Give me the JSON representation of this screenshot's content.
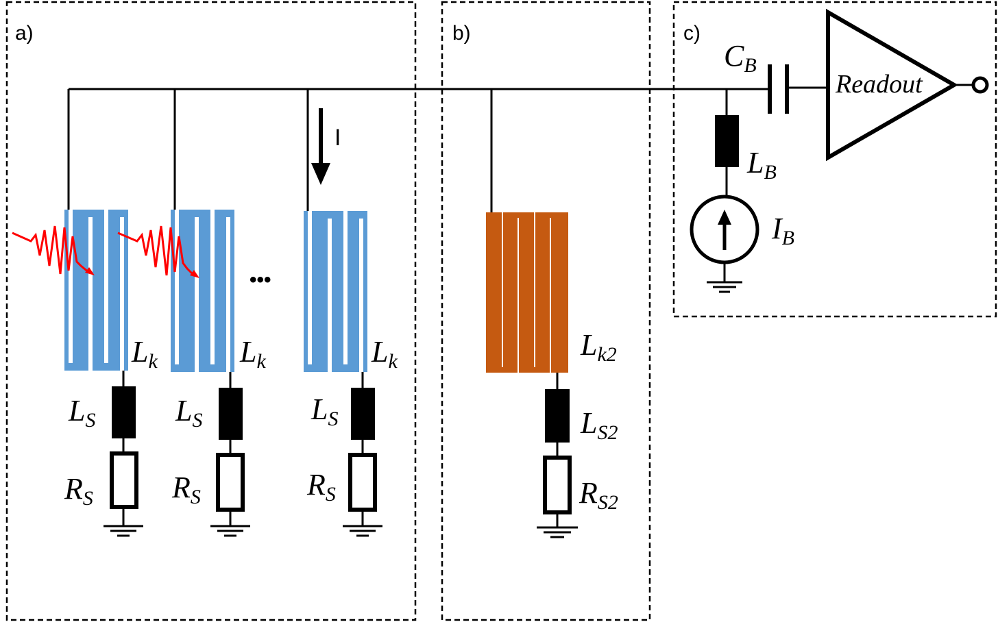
{
  "panels": {
    "a": {
      "label": "a)"
    },
    "b": {
      "label": "b)"
    },
    "c": {
      "label": "c)"
    }
  },
  "symbols": {
    "lk": {
      "main": "L",
      "sub": "k"
    },
    "ls": {
      "main": "L",
      "sub": "S"
    },
    "rs": {
      "main": "R",
      "sub": "S"
    },
    "lk2": {
      "main": "L",
      "sub": "k2"
    },
    "ls2": {
      "main": "L",
      "sub": "S2"
    },
    "rs2": {
      "main": "R",
      "sub": "S2"
    },
    "cb": {
      "main": "C",
      "sub": "B"
    },
    "lb": {
      "main": "L",
      "sub": "B"
    },
    "ib": {
      "main": "I",
      "sub": "B"
    }
  },
  "current_arrow_label": "I",
  "ellipsis": "•••",
  "readout_label": "Readout",
  "colors": {
    "meander_blue": "#5b9bd5",
    "meander_orange": "#c55a11",
    "photon_red": "#ff0000",
    "wire": "#000000"
  }
}
